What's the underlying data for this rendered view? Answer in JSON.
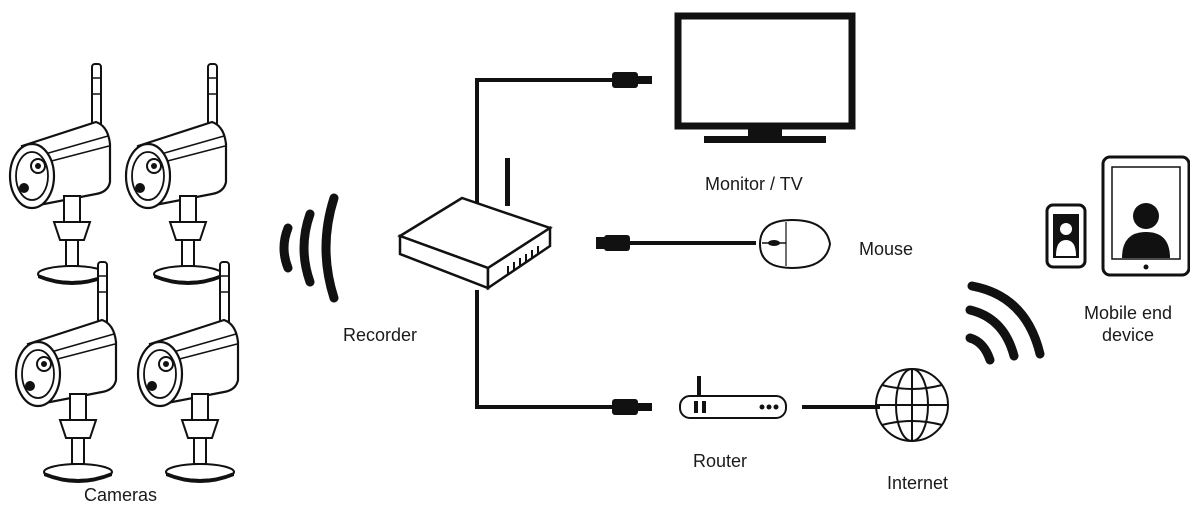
{
  "labels": {
    "cameras": "Cameras",
    "recorder": "Recorder",
    "monitor": "Monitor / TV",
    "mouse": "Mouse",
    "router": "Router",
    "internet": "Internet",
    "mobile_line1": "Mobile end",
    "mobile_line2": "device"
  },
  "icons": {
    "camera": "security-camera-icon",
    "wireless": "wireless-signal-icon",
    "recorder": "recorder-box-icon",
    "monitor": "monitor-icon",
    "mouse": "mouse-icon",
    "router": "router-icon",
    "globe": "globe-icon",
    "phone": "phone-icon",
    "tablet": "tablet-icon"
  },
  "colors": {
    "line": "#111111",
    "fill": "#ffffff",
    "dark": "#111111"
  }
}
